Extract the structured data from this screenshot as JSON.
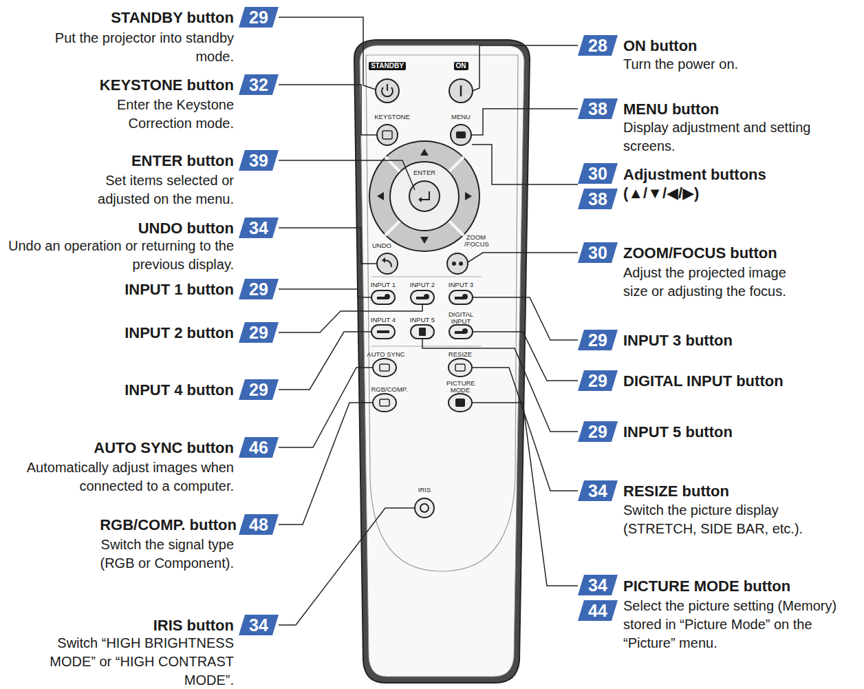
{
  "diagram": {
    "nodes": [
      {
        "text": [
          "29"
        ]
      },
      {
        "text": [
          "32"
        ]
      },
      {
        "text": [
          "39"
        ]
      },
      {
        "text": [
          "34"
        ]
      },
      {
        "text": [
          "29"
        ]
      },
      {
        "text": [
          "29"
        ]
      },
      {
        "text": [
          "29"
        ]
      },
      {
        "text": [
          "46"
        ]
      },
      {
        "text": [
          "48"
        ]
      },
      {
        "text": [
          "34"
        ]
      },
      {
        "text": [
          "28"
        ]
      },
      {
        "text": [
          "38"
        ]
      },
      {
        "text": [
          "30"
        ]
      },
      {
        "text": [
          "38"
        ]
      },
      {
        "text": [
          "30"
        ]
      },
      {
        "text": [
          "29"
        ]
      },
      {
        "text": [
          "29"
        ]
      },
      {
        "text": [
          "29"
        ]
      },
      {
        "text": [
          "34"
        ]
      },
      {
        "text": [
          "34"
        ]
      },
      {
        "text": [
          "44"
        ]
      }
    ],
    "labels": [
      "STANDBY button",
      "Put the projector into standby mode.",
      "KEYSTONE button",
      "Enter the Keystone Correction mode.",
      "ENTER button",
      "Set items selected or adjusted on the menu.",
      "UNDO button",
      "Undo an operation or returning to the previous display.",
      "INPUT 1 button",
      "INPUT 2 button",
      "INPUT 4 button",
      "AUTO SYNC button",
      "Automatically adjust images when connected to a computer.",
      "RGB/COMP. button",
      "Switch the signal type (RGB or Component).",
      "IRIS button",
      "Switch “HIGH BRIGHTNESS MODE” or “HIGH CONTRAST MODE”.",
      "ON button",
      "Turn the power on.",
      "MENU button",
      "Display adjustment and setting screens.",
      "Adjustment buttons",
      "(▲/▼/◀/▶)",
      "ZOOM/FOCUS button",
      "Adjust the projected image size or adjusting the focus.",
      "INPUT 3 button",
      "DIGITAL INPUT button",
      "INPUT 5 button",
      "RESIZE button",
      "Switch the picture display (STRETCH, SIDE BAR, etc.).",
      "PICTURE MODE button",
      "Select the picture setting (Memory) stored in “Picture Mode” on the “Picture” menu.",
      "STANDBY",
      "ON",
      "KEYSTONE",
      "MENU",
      "ENTER",
      "UNDO",
      "ZOOM /FOCUS",
      "INPUT 1",
      "INPUT 2",
      "INPUT 3",
      "INPUT 4",
      "INPUT 5",
      "DIGITAL INPUT",
      "AUTO SYNC",
      "RESIZE",
      "RGB/COMP.",
      "PICTURE MODE",
      "IRIS"
    ]
  }
}
